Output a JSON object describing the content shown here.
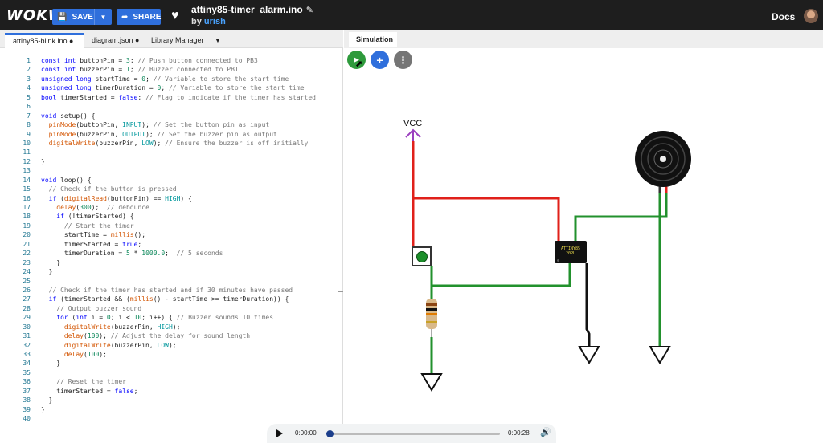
{
  "app": {
    "logo": "WOKWI",
    "docs": "Docs"
  },
  "toolbar": {
    "save_label": "SAVE",
    "share_label": "SHARE"
  },
  "project": {
    "name": "attiny85-timer_alarm.ino",
    "by_prefix": "by",
    "author": "urish"
  },
  "tabs": [
    {
      "label": "attiny85-blink.ino ●"
    },
    {
      "label": "diagram.json ●"
    },
    {
      "label": "Library Manager"
    }
  ],
  "simulation_tab": "Simulation",
  "circuit": {
    "vcc_label": "VCC",
    "chip_label_1": "ATTINY85",
    "chip_label_2": "20PU"
  },
  "player": {
    "current": "0:00:00",
    "duration": "0:00:28"
  },
  "code": [
    "const int buttonPin = 3; // Push button connected to PB3",
    "const int buzzerPin = 1; // Buzzer connected to PB1",
    "unsigned long startTime = 0; // Variable to store the start time",
    "unsigned long timerDuration = 0; // Variable to store the start time",
    "bool timerStarted = false; // Flag to indicate if the timer has started",
    "",
    "void setup() {",
    "  pinMode(buttonPin, INPUT); // Set the button pin as input",
    "  pinMode(buzzerPin, OUTPUT); // Set the buzzer pin as output",
    "  digitalWrite(buzzerPin, LOW); // Ensure the buzzer is off initially",
    "",
    "}",
    "",
    "void loop() {",
    "  // Check if the button is pressed",
    "  if (digitalRead(buttonPin) == HIGH) {",
    "    delay(300);  // debounce",
    "    if (!timerStarted) {",
    "      // Start the timer",
    "      startTime = millis();",
    "      timerStarted = true;",
    "      timerDuration = 5 * 1000.0;  // 5 seconds",
    "    }",
    "  }",
    "",
    "  // Check if the timer has started and if 30 minutes have passed",
    "  if (timerStarted && (millis() - startTime >= timerDuration)) {",
    "    // Output buzzer sound",
    "    for (int i = 0; i < 10; i++) { // Buzzer sounds 10 times",
    "      digitalWrite(buzzerPin, HIGH);",
    "      delay(100); // Adjust the delay for sound length",
    "      digitalWrite(buzzerPin, LOW);",
    "      delay(100);",
    "    }",
    "",
    "    // Reset the timer",
    "    timerStarted = false;",
    "  }",
    "}",
    ""
  ]
}
